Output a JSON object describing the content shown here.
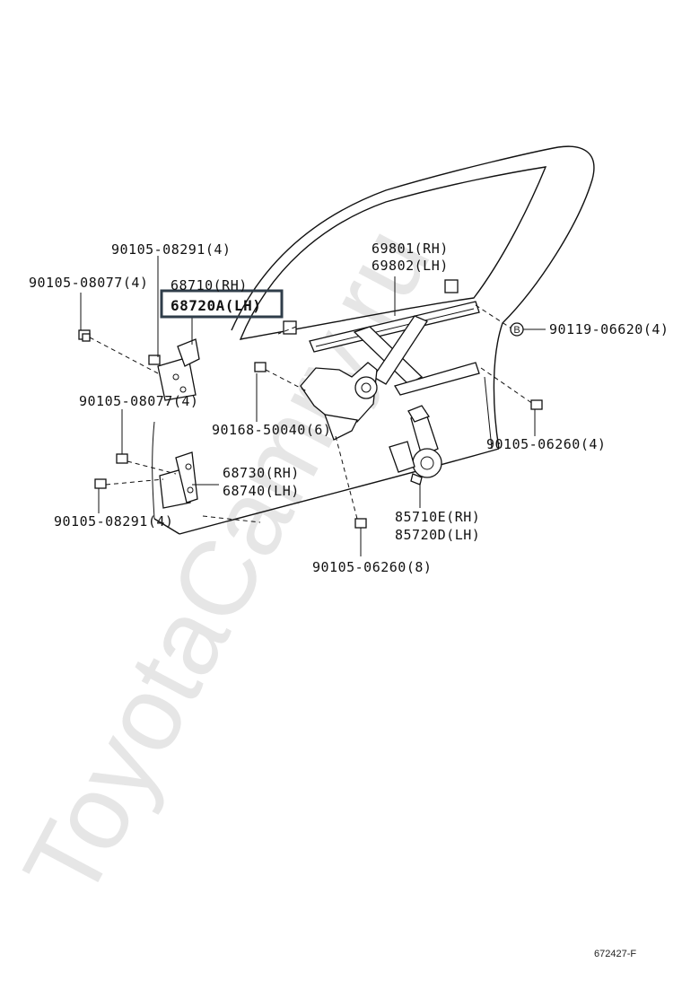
{
  "watermark": "ToyotaCamry.ru",
  "drawing_code": "672427-F",
  "callout_b": "B",
  "labels": {
    "bolt_top_hinge": "90105-08291(4)",
    "bolt_upper_left": "90105-08077(4)",
    "hinge_upper_rh": "68710(RH)",
    "hinge_upper_lh": "68720A(LH)",
    "bolt_mid_left": "90105-08077(4)",
    "bolt_lower_left": "90105-08291(4)",
    "hinge_lower_rh": "68730(RH)",
    "hinge_lower_lh": "68740(LH)",
    "regulator_rh": "69801(RH)",
    "regulator_lh": "69802(LH)",
    "bolt_b": "90119-06620(4)",
    "screw_regulator": "90168-50040(6)",
    "bolt_right": "90105-06260(4)",
    "motor_rh": "85710E(RH)",
    "motor_lh": "85720D(LH)",
    "bolt_bottom": "90105-06260(8)"
  },
  "highlight": {
    "target": "hinge_upper_lh",
    "color": "#2f3d4a"
  }
}
